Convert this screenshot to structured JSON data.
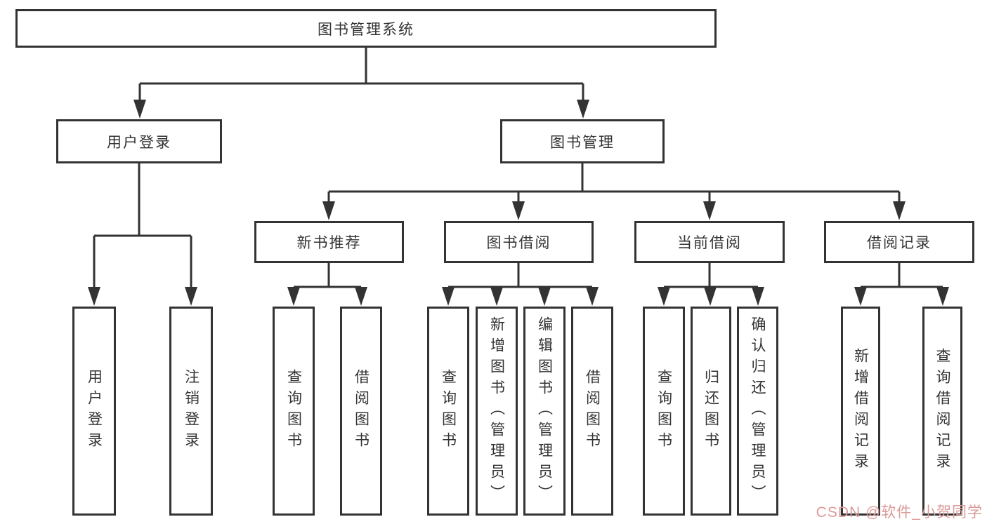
{
  "diagram_title": "图书管理系统",
  "colors": {
    "line": "#333333",
    "box_border": "#333333",
    "text": "#333333",
    "background": "#ffffff",
    "watermark": "#dd9a9a"
  },
  "watermark": {
    "text": "CSDN @软件_小贺同学"
  },
  "tree": {
    "root": {
      "label": "图书管理系统"
    },
    "branches": [
      {
        "label": "用户登录",
        "leaves": [
          "用户登录",
          "注销登录"
        ]
      },
      {
        "label": "图书管理",
        "children": [
          {
            "label": "新书推荐",
            "leaves": [
              "查询图书",
              "借阅图书"
            ]
          },
          {
            "label": "图书借阅",
            "leaves": [
              "查询图书",
              "新增图书（管理员）",
              "编辑图书（管理员）",
              "借阅图书"
            ]
          },
          {
            "label": "当前借阅",
            "leaves": [
              "查询图书",
              "归还图书",
              "确认归还（管理员）"
            ]
          },
          {
            "label": "借阅记录",
            "leaves": [
              "新增借阅记录",
              "查询借阅记录"
            ]
          }
        ]
      }
    ]
  }
}
